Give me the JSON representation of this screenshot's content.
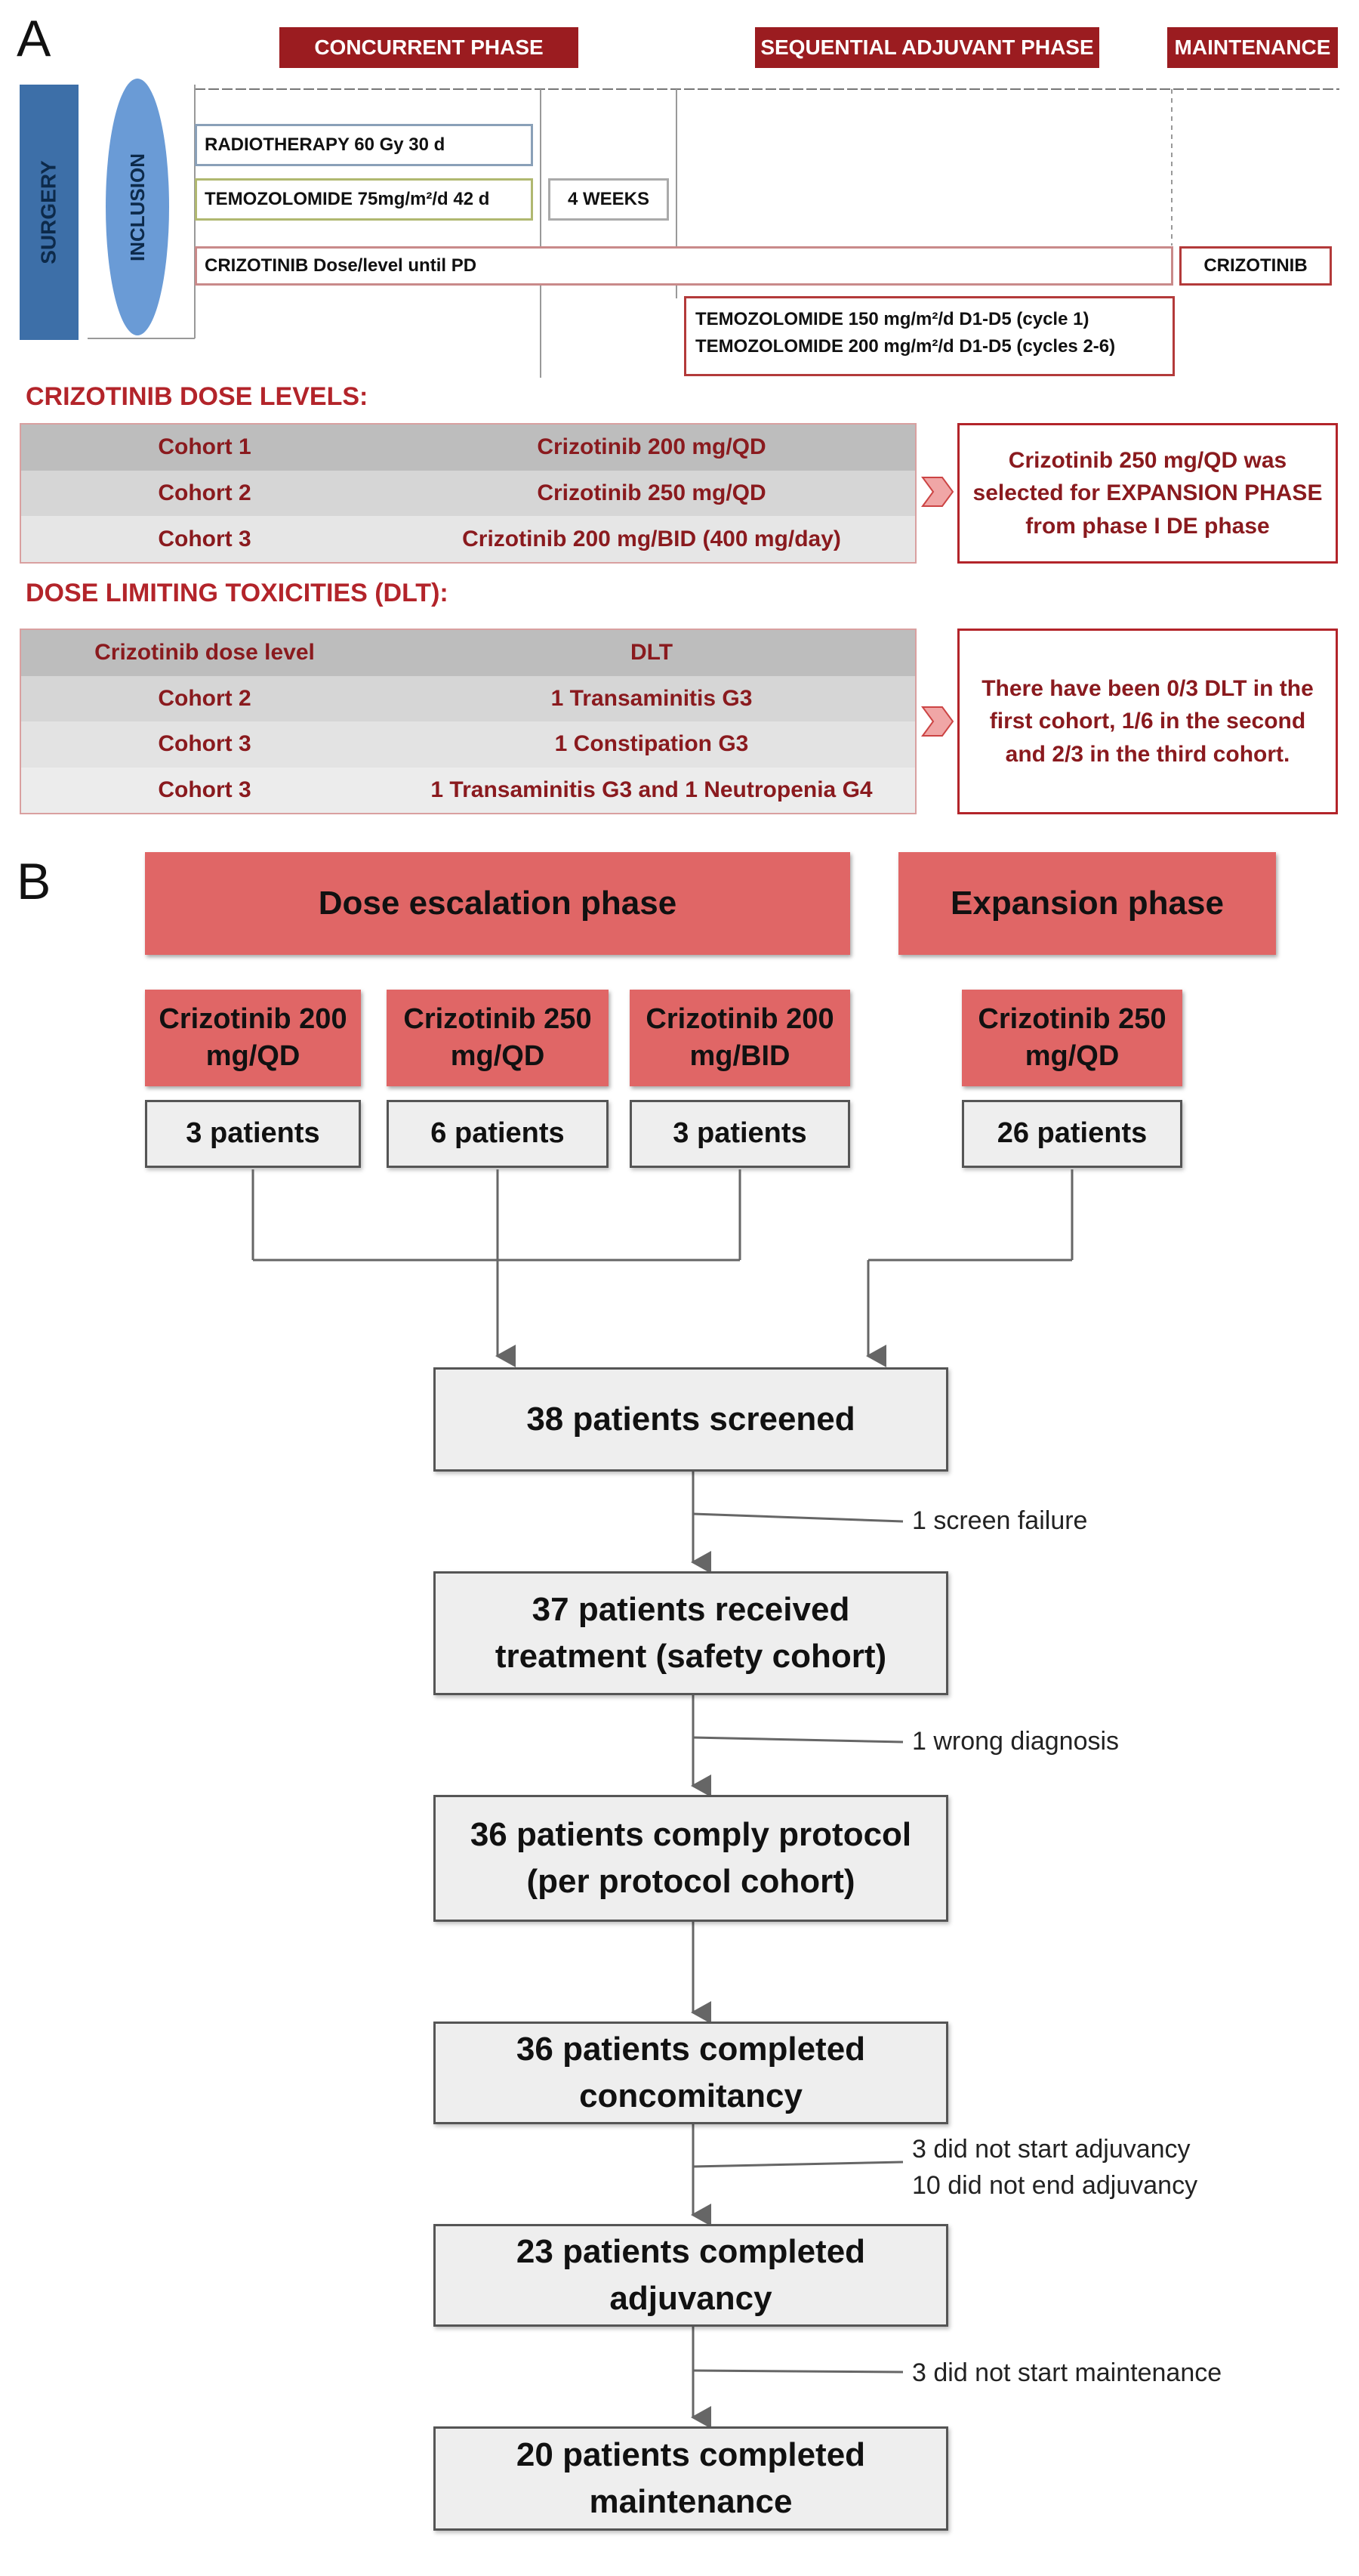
{
  "panel_a": {
    "letter": "A",
    "phases": {
      "concurrent": "CONCURRENT PHASE",
      "sequential": "SEQUENTIAL ADJUVANT PHASE",
      "maintenance": "MAINTENANCE"
    },
    "surgery": "SURGERY",
    "inclusion": "INCLUSION",
    "radiotherapy": "RADIOTHERAPY 60 Gy 30 d",
    "temozolomide_concurrent": "TEMOZOLOMIDE 75mg/m²/d 42 d",
    "four_weeks": "4 WEEKS",
    "crizotinib_bar": "CRIZOTINIB Dose/level until PD",
    "crizotinib_maint": "CRIZOTINIB",
    "temozolomide_adj_1": "TEMOZOLOMIDE 150 mg/m²/d  D1-D5 (cycle 1)",
    "temozolomide_adj_2": "TEMOZOLOMIDE 200 mg/m²/d  D1-D5 (cycles 2-6)",
    "dose_levels_title": "CRIZOTINIB DOSE LEVELS:",
    "dose_levels": [
      {
        "cohort": "Cohort 1",
        "dose": "Crizotinib 200 mg/QD"
      },
      {
        "cohort": "Cohort 2",
        "dose": "Crizotinib 250 mg/QD"
      },
      {
        "cohort": "Cohort 3",
        "dose": "Crizotinib 200 mg/BID (400 mg/day)"
      }
    ],
    "dose_note": "Crizotinib 250 mg/QD was selected for EXPANSION PHASE from phase I DE phase",
    "dlt_title": "DOSE LIMITING TOXICITIES (DLT):",
    "dlt_header": {
      "level": "Crizotinib dose level",
      "dlt": "DLT"
    },
    "dlt_rows": [
      {
        "level": "Cohort 2",
        "dlt": "1 Transaminitis G3"
      },
      {
        "level": "Cohort 3",
        "dlt": "1 Constipation G3"
      },
      {
        "level": "Cohort 3",
        "dlt": "1 Transaminitis G3 and 1 Neutropenia G4"
      }
    ],
    "dlt_note": "There have been 0/3 DLT in the first cohort, 1/6 in the second and 2/3 in the third cohort."
  },
  "panel_b": {
    "letter": "B",
    "dose_escalation": "Dose escalation phase",
    "expansion": "Expansion phase",
    "arms": [
      {
        "label": "Crizotinib 200 mg/QD",
        "patients": "3 patients"
      },
      {
        "label": "Crizotinib 250 mg/QD",
        "patients": "6 patients"
      },
      {
        "label": "Crizotinib 200 mg/BID",
        "patients": "3 patients"
      },
      {
        "label": "Crizotinib 250 mg/QD",
        "patients": "26 patients"
      }
    ],
    "steps": [
      "38 patients screened",
      "37 patients received treatment (safety cohort)",
      "36 patients comply protocol (per protocol cohort)",
      "36 patients completed concomitancy",
      "23 patients completed adjuvancy",
      "20 patients completed maintenance"
    ],
    "exclusions": [
      "1 screen failure",
      "1 wrong diagnosis",
      "3 did not start adjuvancy",
      "10 did not end adjuvancy",
      "3 did not start maintenance"
    ]
  },
  "colors": {
    "dark_red": "#9b1c20",
    "header_red": "#e06666",
    "surgery_blue": "#3d6fa8",
    "inclusion_blue": "#6a9bd6"
  }
}
